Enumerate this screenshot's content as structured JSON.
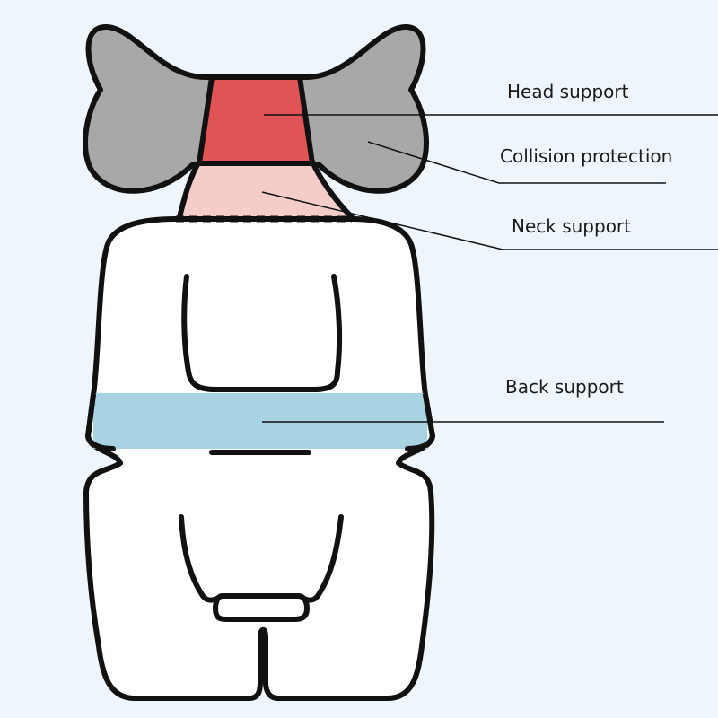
{
  "labels": {
    "head_support": "Head support",
    "collision_protection": "Collision protection",
    "neck_support": "Neck support",
    "back_support": "Back support"
  },
  "colors": {
    "background": "#eef6fb",
    "head_support": "#e05456",
    "neck_support": "#f4cdc8",
    "collision_wings": "#a8a8a8",
    "back_support": "#a7d3e3",
    "outline": "#111111",
    "cushion": "#ffffff"
  }
}
